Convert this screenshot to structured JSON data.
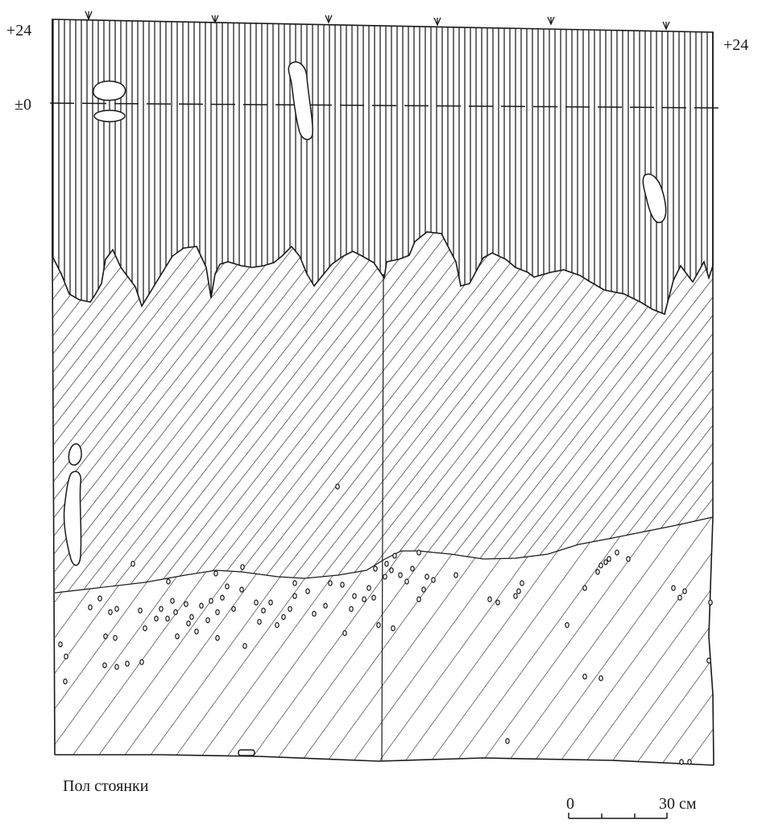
{
  "section": {
    "level_top_left": "+24",
    "level_top_right": "+24",
    "level_zero": "±0",
    "caption": "Пол стоянки"
  },
  "scale_bar": {
    "start_label": "0",
    "end_label": "30 см"
  },
  "colors": {
    "ink": "#1a1a1a",
    "paper": "#ffffff"
  }
}
